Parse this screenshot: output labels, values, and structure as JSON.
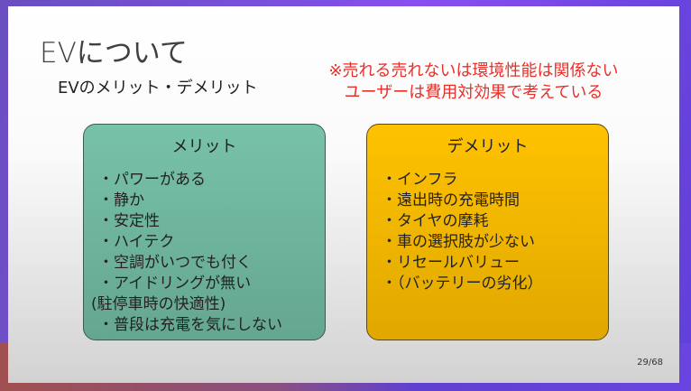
{
  "title": "EVについて",
  "subtitle": "EVのメリット・デメリット",
  "note": [
    "※売れる売れないは環境性能は関係ない",
    "ユーザーは費用対効果で考えている"
  ],
  "merit": {
    "heading": "メリット",
    "items": [
      "・パワーがある",
      "・静か",
      "・安定性",
      "・ハイテク",
      "・空調がいつでも付く",
      "・アイドリングが無い",
      "(駐停車時の快適性)",
      "・普段は充電を気にしない"
    ]
  },
  "demerit": {
    "heading": "デメリット",
    "items": [
      "・インフラ",
      "・遠出時の充電時間",
      "・タイヤの摩耗",
      "・車の選択肢が少ない",
      "・リセールバリュー",
      "・（バッテリーの劣化）"
    ]
  },
  "page_number": "29/68",
  "colors": {
    "merit": "#78c2a9",
    "demerit": "#ffc200",
    "note": "#e8302a"
  }
}
